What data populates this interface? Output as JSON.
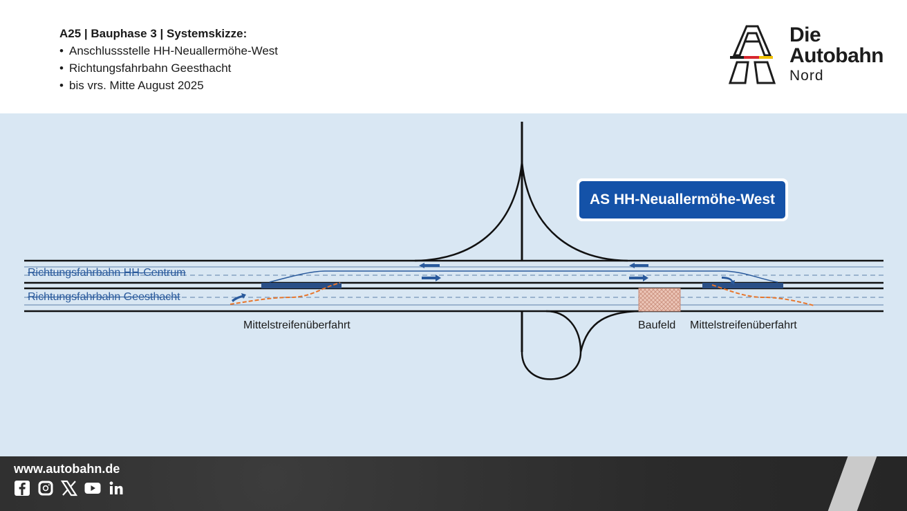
{
  "header": {
    "title": "A25 | Bauphase 3 | Systemskizze:",
    "bullets": [
      "Anschlussstelle HH-Neuallermöhe-West",
      "Richtungsfahrbahn Geesthacht",
      "bis vrs. Mitte August 2025"
    ]
  },
  "logo": {
    "line1": "Die",
    "line2": "Autobahn",
    "line3": "Nord",
    "colors": {
      "black": "#1c1c1c",
      "red": "#d7262e",
      "gold": "#f2c200"
    }
  },
  "diagram": {
    "sign_label": "AS HH-Neuallermöhe-West",
    "carriageway_hh_centrum": "Richtungsfahrbahn HH-Centrum",
    "carriageway_geesthacht": "Richtungsfahrbahn Geesthacht",
    "crossover_left_label": "Mittelstreifenüberfahrt",
    "crossover_right_label": "Mittelstreifenüberfahrt",
    "construction_label": "Baufeld",
    "colors": {
      "background": "#d9e7f3",
      "road_line": "#111111",
      "lane_line": "#5a7fa8",
      "traffic_route": "#2a5a9c",
      "detour_route": "#e8752a",
      "sign_blue": "#1452a8",
      "construction": "#e6b8a6"
    }
  },
  "footer": {
    "url": "www.autobahn.de",
    "social_icons": [
      "facebook-icon",
      "instagram-icon",
      "x-icon",
      "youtube-icon",
      "linkedin-icon"
    ]
  }
}
